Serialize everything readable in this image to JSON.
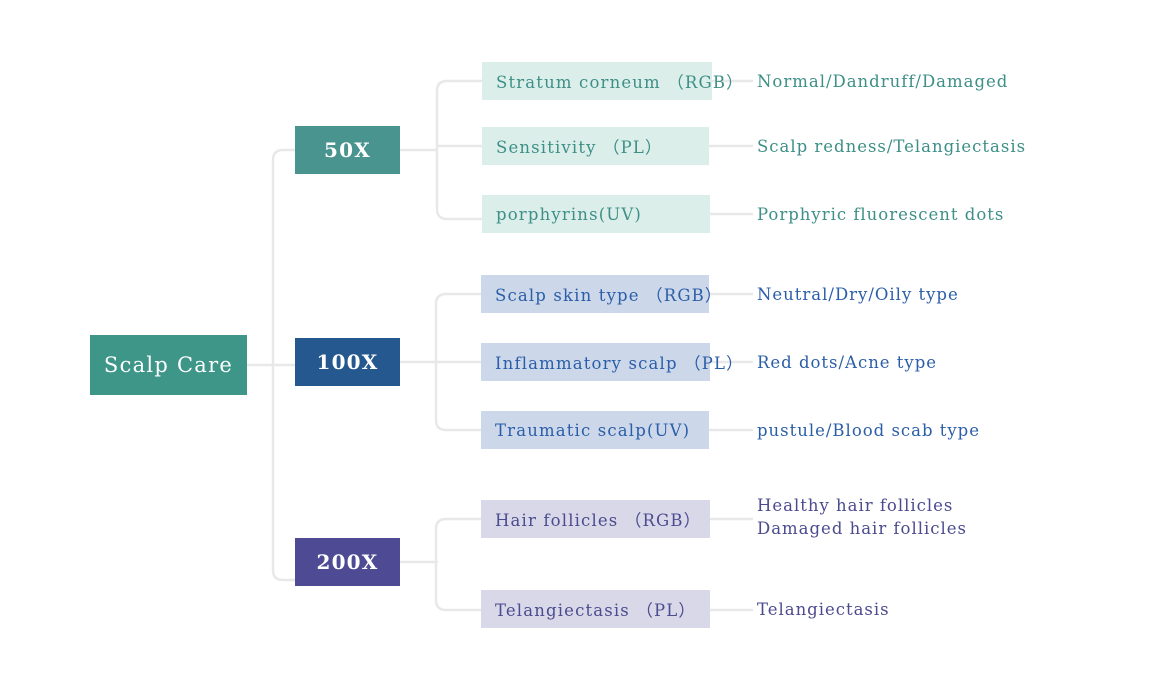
{
  "diagram": {
    "type": "mind-map",
    "title": "Scalp Care",
    "root": {
      "label": "Scalp Care",
      "color": "#3d9688"
    },
    "branches": [
      {
        "id": "mag-50x",
        "label": "50X",
        "color": "#4a9490",
        "box_fill": "#dceeea",
        "text_color": "#3d8f87",
        "items": [
          {
            "box": "Stratum corneum （RGB）",
            "leaf": "Normal/Dandruff/Damaged"
          },
          {
            "box": "Sensitivity （PL）",
            "leaf": "Scalp redness/Telangiectasis"
          },
          {
            "box": "porphyrins(UV)",
            "leaf": "Porphyric fluorescent dots"
          }
        ]
      },
      {
        "id": "mag-100x",
        "label": "100X",
        "color": "#24588f",
        "box_fill": "#ccd8ea",
        "text_color": "#2b5ea8",
        "items": [
          {
            "box": "Scalp skin type （RGB）",
            "leaf": "Neutral/Dry/Oily type"
          },
          {
            "box": "Inflammatory scalp （PL）",
            "leaf": "Red dots/Acne type"
          },
          {
            "box": "Traumatic scalp(UV)",
            "leaf": "pustule/Blood scab type"
          }
        ]
      },
      {
        "id": "mag-200x",
        "label": "200X",
        "color": "#4e4a93",
        "box_fill": "#d8d8e8",
        "text_color": "#4b4b8f",
        "items": [
          {
            "box": "Hair follicles （RGB）",
            "leaf_line1": "Healthy hair follicles",
            "leaf_line2": "Damaged hair follicles"
          },
          {
            "box": "Telangiectasis （PL）",
            "leaf": "Telangiectasis"
          }
        ]
      }
    ],
    "connector_color": "#e8e8e8"
  }
}
